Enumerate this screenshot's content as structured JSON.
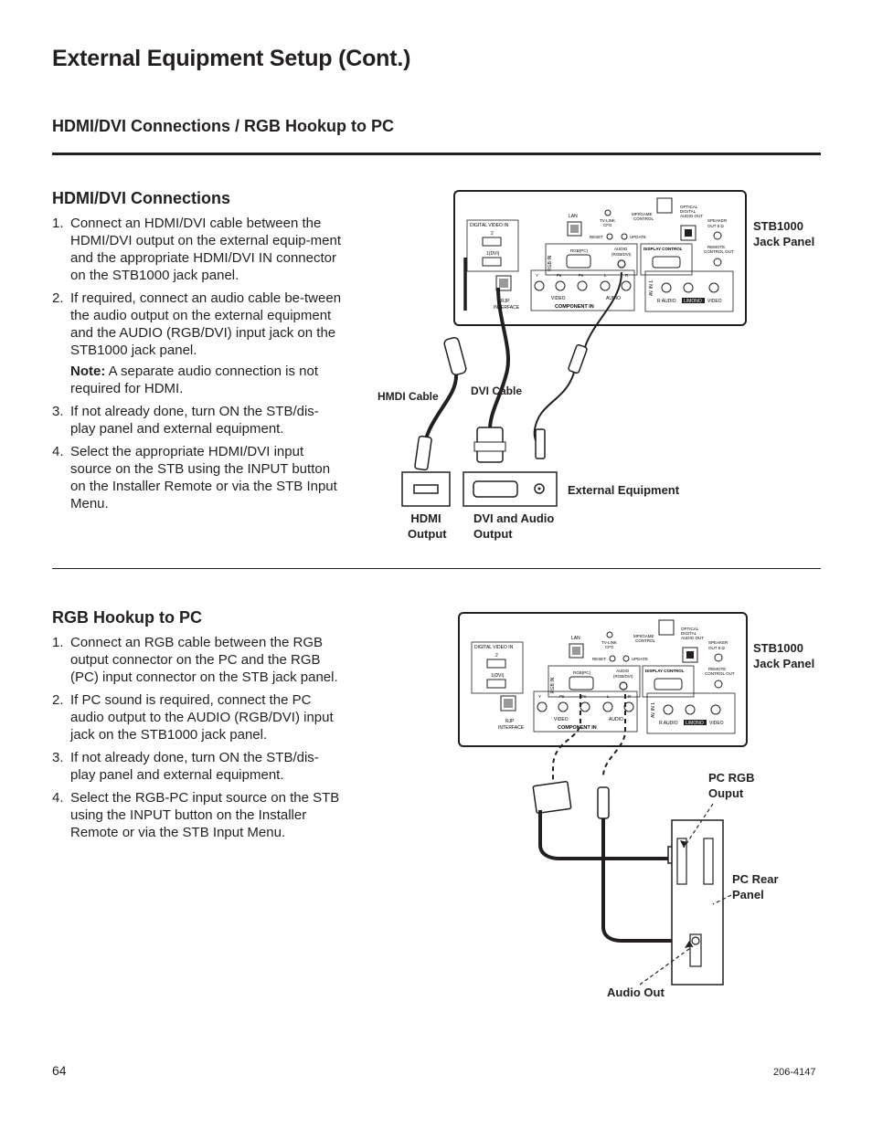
{
  "page": {
    "title": "External Equipment Setup (Cont.)",
    "subtitle": "HDMI/DVI Connections / RGB Hookup to PC",
    "page_number": "64",
    "doc_number": "206-4147"
  },
  "hdmi_section": {
    "heading": "HDMI/DVI Connections",
    "steps": [
      {
        "num": "1.",
        "text": "Connect an HDMI/DVI cable between the HDMI/DVI output on the external equip-ment and the appropriate HDMI/DVI IN connector on the STB1000 jack panel."
      },
      {
        "num": "2.",
        "text": "If required, connect an audio cable be-tween the audio output on the external equipment and the AUDIO (RGB/DVI) input jack on the STB1000 jack panel."
      },
      {
        "num": "3.",
        "text": "If not already done, turn ON the STB/dis-play panel and external equipment."
      },
      {
        "num": "4.",
        "text": "Select the appropriate HDMI/DVI input source on the STB using the INPUT button on the Installer Remote or via the STB Input Menu."
      }
    ],
    "note_label": "Note:",
    "note_text": " A separate audio connection is not required for HDMI.",
    "diagram": {
      "stb_label_1": "STB1000",
      "stb_label_2": "Jack Panel",
      "hdmi_cable": "HMDI Cable",
      "dvi_cable": "DVI Cable",
      "external_equipment": "External Equipment",
      "hdmi_output_1": "HDMI",
      "hdmi_output_2": "Output",
      "dvi_output_1": "DVI and Audio",
      "dvi_output_2": "Output"
    }
  },
  "rgb_section": {
    "heading": "RGB Hookup to PC",
    "steps": [
      {
        "num": "1.",
        "text": "Connect an RGB cable between the RGB output connector on the PC and the RGB (PC) input connector on the STB jack panel."
      },
      {
        "num": "2.",
        "text": "If PC sound is required, connect the PC audio output to the AUDIO (RGB/DVI) input jack on the STB1000 jack panel."
      },
      {
        "num": "3.",
        "text": "If not already done, turn ON the STB/dis-play panel and external equipment."
      },
      {
        "num": "4.",
        "text": "Select the RGB-PC input source on the STB using the INPUT button on the Installer Remote or via the STB Input Menu."
      }
    ],
    "diagram": {
      "stb_label_1": "STB1000",
      "stb_label_2": "Jack Panel",
      "pc_rgb_1": "PC RGB",
      "pc_rgb_2": "Ouput",
      "pc_rear_1": "PC Rear",
      "pc_rear_2": "Panel",
      "audio_out": "Audio Out"
    }
  },
  "jack_panel": {
    "digital_video_in": "DIGITAL VIDEO IN",
    "port_2": "2",
    "port_1": "1(DVI)",
    "rjp": "RJP",
    "interface": "INTERFACE",
    "lan": "LAN",
    "tvlink": "TV-LINK",
    "cfg": "CFG",
    "mpi": "MPI/GAME",
    "control": "CONTROL",
    "optical": "OPTICAL",
    "digital": "DIGITAL",
    "audio_out": "AUDIO OUT",
    "reset": "RESET",
    "update": "UPDATE",
    "rgb_in": "RGB IN",
    "rgb_pc": "RGB(PC)",
    "audio": "AUDIO",
    "rgb_dvi": "(RGB/DVI)",
    "display_control": "DISPLAY CONTROL",
    "speaker": "SPEAKER",
    "out_8": "OUT 8 Ω",
    "remote": "REMOTE",
    "control_out": "CONTROL OUT",
    "y": "Y",
    "pb": "Pʙ",
    "pr": "Pʀ",
    "l": "L",
    "r": "R",
    "video": "VIDEO",
    "audio_small": "AUDIO",
    "component_in": "COMPONENT IN",
    "av_in": "AV IN 1",
    "r_audio": "R  AUDIO",
    "l_mono": "L/MONO",
    "video2": "VIDEO"
  }
}
